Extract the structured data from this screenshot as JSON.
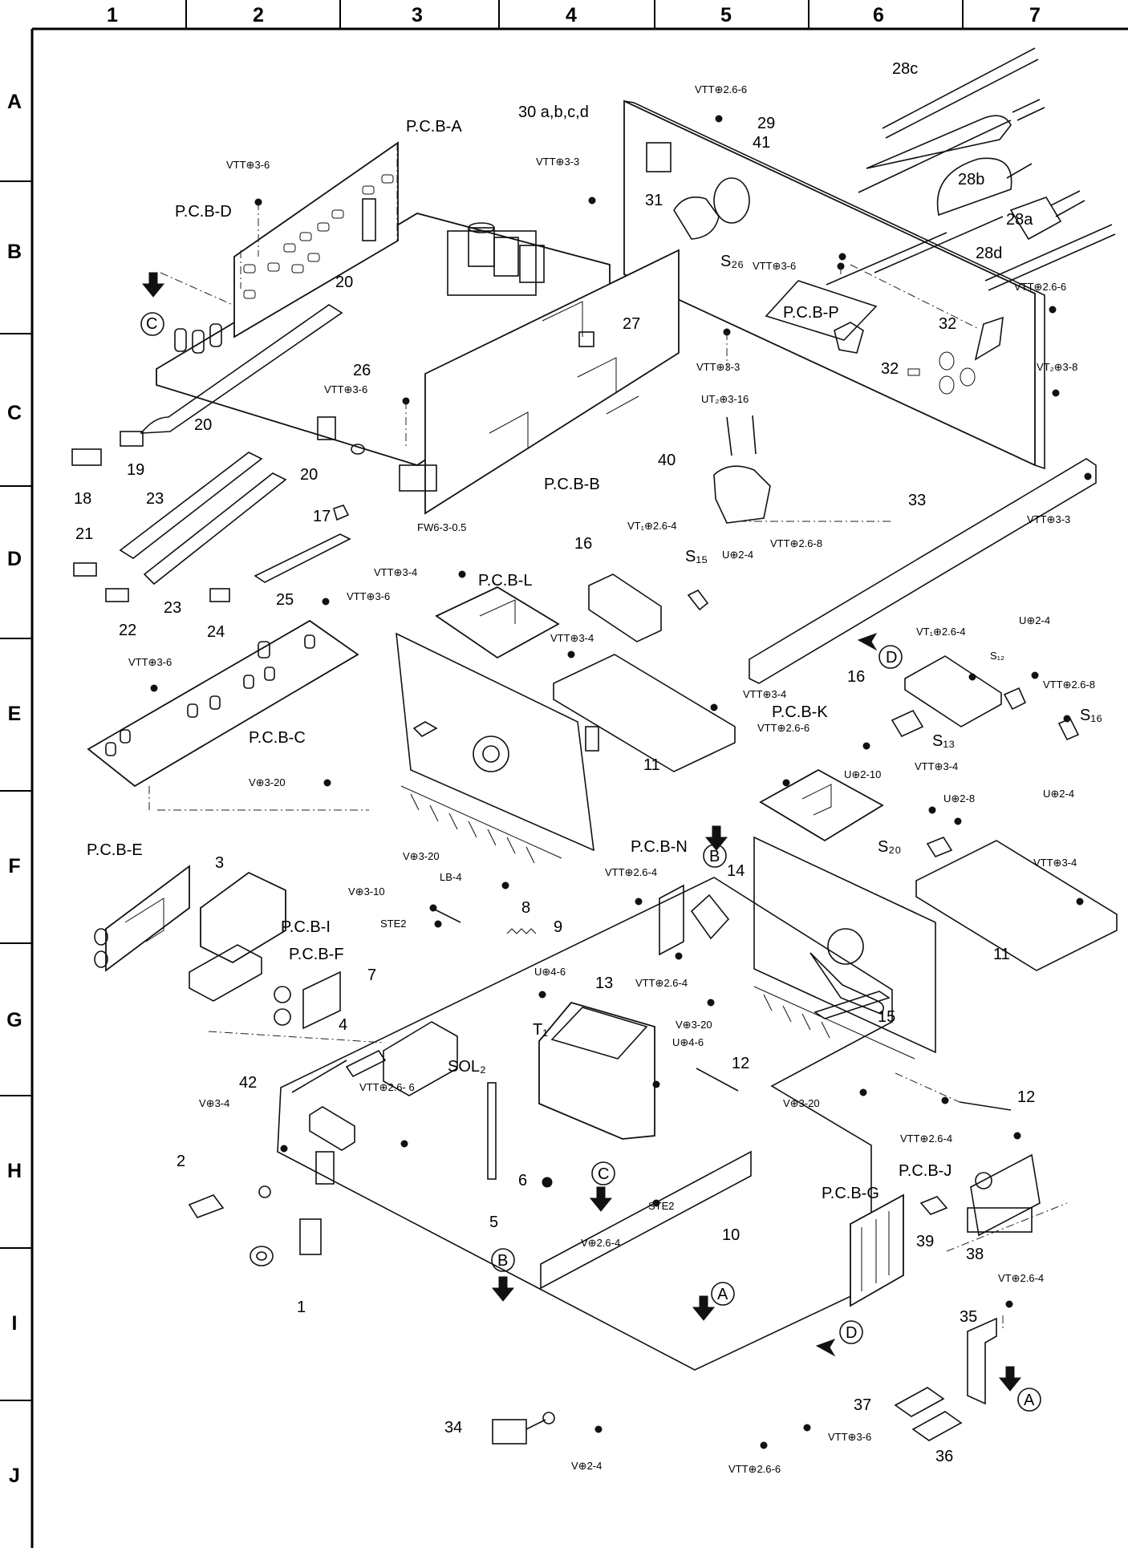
{
  "columns": [
    "1",
    "2",
    "3",
    "4",
    "5",
    "6",
    "7"
  ],
  "rows": [
    "A",
    "B",
    "C",
    "D",
    "E",
    "F",
    "G",
    "H",
    "I",
    "J"
  ],
  "labels": {
    "pcb_a": "P.C.B-A",
    "pcb_b": "P.C.B-B",
    "pcb_c": "P.C.B-C",
    "pcb_d": "P.C.B-D",
    "pcb_e": "P.C.B-E",
    "pcb_f": "P.C.B-F",
    "pcb_g": "P.C.B-G",
    "pcb_i": "P.C.B-I",
    "pcb_j": "P.C.B-J",
    "pcb_k": "P.C.B-K",
    "pcb_l": "P.C.B-L",
    "pcb_n": "P.C.B-N",
    "pcb_p": "P.C.B-P",
    "p30": "30 a,b,c,d",
    "p28a": "28a",
    "p28b": "28b",
    "p28c": "28c",
    "p28d": "28d",
    "p1": "1",
    "p2": "2",
    "p3": "3",
    "p4": "4",
    "p5": "5",
    "p6": "6",
    "p7": "7",
    "p8": "8",
    "p9": "9",
    "p10": "10",
    "p11a": "11",
    "p11b": "11",
    "p12a": "12",
    "p12b": "12",
    "p13": "13",
    "p14": "14",
    "p15": "15",
    "p16a": "16",
    "p16b": "16",
    "p17": "17",
    "p18": "18",
    "p19": "19",
    "p20a": "20",
    "p20b": "20",
    "p20c": "20",
    "p21": "21",
    "p22": "22",
    "p23a": "23",
    "p23b": "23",
    "p24": "24",
    "p25": "25",
    "p26": "26",
    "p27": "27",
    "p29": "29",
    "p31": "31",
    "p32a": "32",
    "p32b": "32",
    "p33": "33",
    "p34": "34",
    "p35": "35",
    "p36": "36",
    "p37": "37",
    "p38": "38",
    "p39": "39",
    "p40": "40",
    "p41": "41",
    "p42": "42",
    "t1": "T₁",
    "sol2": "SOL₂",
    "s12": "S₁₂",
    "s13": "S₁₃",
    "s15": "S₁₅",
    "s16": "S₁₆",
    "s20": "S₂₀",
    "s26": "S₂₆",
    "ref_a1": "A",
    "ref_a2": "A",
    "ref_b1": "B",
    "ref_b2": "B",
    "ref_c1": "C",
    "ref_c2": "C",
    "ref_d1": "D",
    "ref_d2": "D",
    "sc_vtt266_a": "VTT⊕2.6-6",
    "sc_vtt36_a": "VTT⊕3-6",
    "sc_vtt33_a": "VTT⊕3-3",
    "sc_vtt36_b": "VTT⊕3-6",
    "sc_vtt266_b": "VTT⊕2.6-6",
    "sc_vtt33_b": "VTT⊕3-3",
    "sc_vt238": "VT₂⊕3-8",
    "sc_vtt36_c": "VTT⊕3-6",
    "sc_ut2316": "UT₂⊕3-16",
    "sc_vtt33_c": "VTT⊕3-3",
    "sc_fw": "FW6-3-0.5",
    "sc_vt1264_a": "VT₁⊕2.6-4",
    "sc_u24_a": "U⊕2-4",
    "sc_vtt268_a": "VTT⊕2.6-8",
    "sc_vtt34_a": "VTT⊕3-4",
    "sc_vtt36_d": "VTT⊕3-6",
    "sc_vtt36_e": "VTT⊕3-6",
    "sc_vtt34_b": "VTT⊕3-4",
    "sc_vt1264_b": "VT₁⊕2.6-4",
    "sc_u24_b": "U⊕2-4",
    "sc_vtt268_b": "VTT⊕2.6-8",
    "sc_vtt34_c": "VTT⊕3-4",
    "sc_vtt266_c": "VTT⊕2.6-6",
    "sc_v320_a": "V⊕3-20",
    "sc_u210": "U⊕2-10",
    "sc_vtt34_d": "VTT⊕3-4",
    "sc_u28": "U⊕2-8",
    "sc_u24_c": "U⊕2-4",
    "sc_v320_b": "V⊕3-20",
    "sc_lb4": "LB-4",
    "sc_v310": "V⊕3-10",
    "sc_ste2_a": "STE2",
    "sc_vtt264_a": "VTT⊕2.6-4",
    "sc_vtt34_e": "VTT⊕3-4",
    "sc_u46_a": "U⊕4-6",
    "sc_vtt264_b": "VTT⊕2.6-4",
    "sc_v320_c": "V⊕3-20",
    "sc_u46_b": "U⊕4-6",
    "sc_v34": "V⊕3-4",
    "sc_vtt266_d": "VTT⊕2.6- 6",
    "sc_v320_d": "V⊕3-20",
    "sc_vtt264_c": "VTT⊕2.6-4",
    "sc_ste2_b": "STE2",
    "sc_v264": "V⊕2.6-4",
    "sc_vt264": "VT⊕2.6-4",
    "sc_vtt36_f": "VTT⊕3-6",
    "sc_v24": "V⊕2-4",
    "sc_vtt266_e": "VTT⊕2.6-6"
  }
}
